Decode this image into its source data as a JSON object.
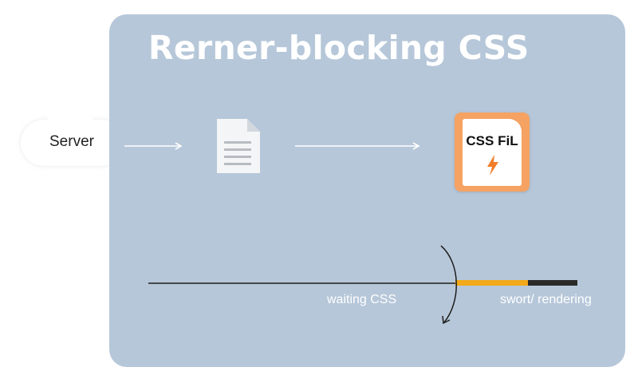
{
  "diagram": {
    "title": "Rerner-blocking CSS",
    "server_label": "Server",
    "css_file_label": "CSS FiL",
    "timeline": {
      "waiting_label": "waiting CSS",
      "rendering_label": "swort/ rendering"
    }
  },
  "colors": {
    "panel": "#b6c7d9",
    "css_file_accent": "#f5a263",
    "blocked_segment": "#f2a91a",
    "render_segment": "#2a2a2a",
    "arrow": "#ffffff"
  },
  "icons": {
    "server": "cloud-icon",
    "html_document": "document-icon",
    "css_file": "css-file-icon",
    "bolt": "lightning-bolt-icon"
  }
}
